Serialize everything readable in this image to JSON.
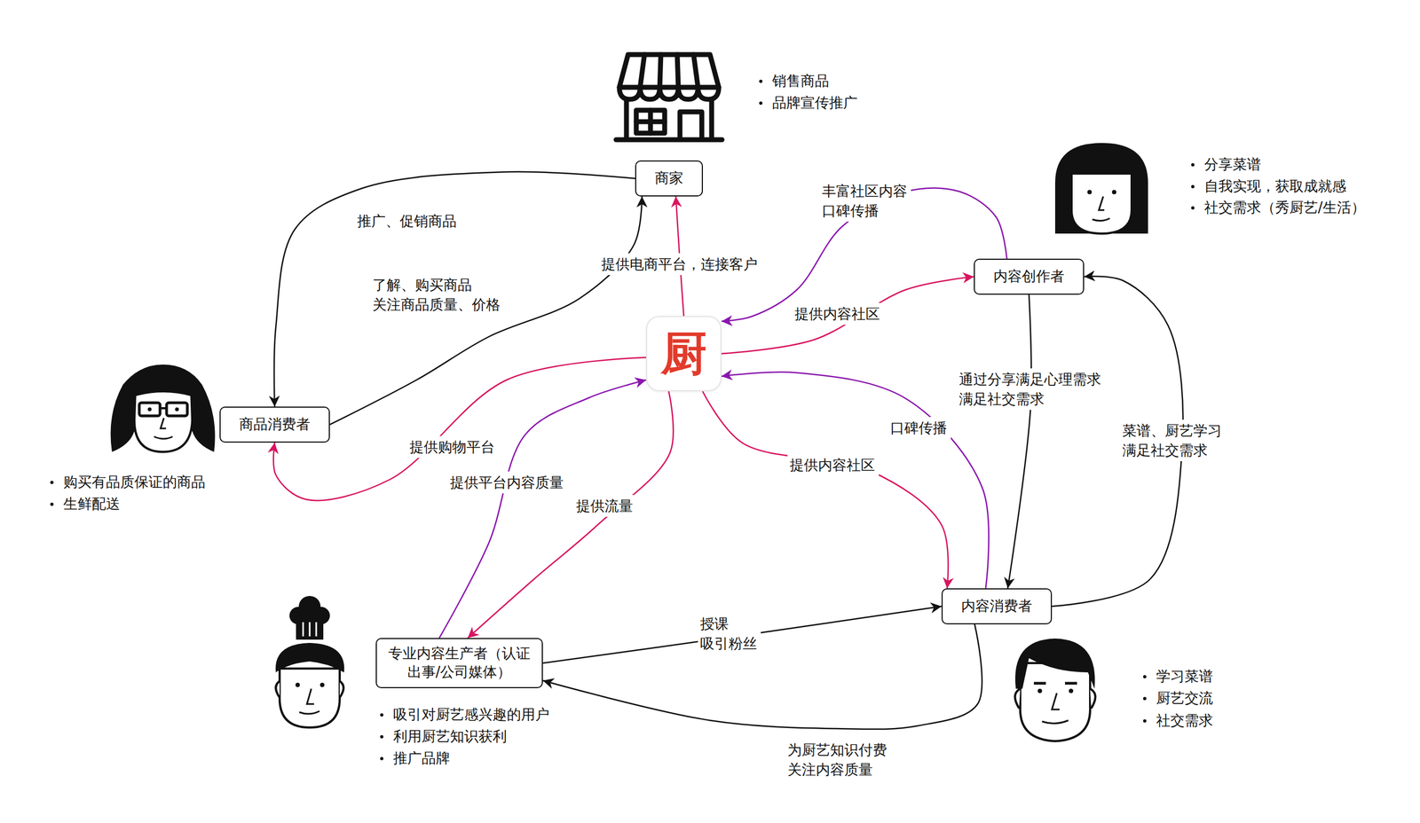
{
  "diagram": {
    "nodes": [
      {
        "text": [
          "商家"
        ]
      },
      {
        "text": [
          "内容创作者"
        ]
      },
      {
        "text": [
          "厨"
        ]
      },
      {
        "text": [
          "商品消费者"
        ]
      },
      {
        "text": [
          "专业内容生产者（认证出事/公司媒体）"
        ]
      },
      {
        "text": [
          "内容消费者"
        ]
      }
    ],
    "edges": [
      {
        "from": 0,
        "to": 3,
        "label": "推广、促销商品",
        "arrow": "to"
      },
      {
        "from": 3,
        "to": 0,
        "label": "了解、购买商品 关注商品质量、价格",
        "arrow": "to"
      },
      {
        "from": 2,
        "to": 0,
        "label": "提供电商平台，连接客户",
        "arrow": "to"
      },
      {
        "from": 1,
        "to": 2,
        "label": "丰富社区内容 口碑传播",
        "arrow": "to"
      },
      {
        "from": 2,
        "to": 1,
        "label": "提供内容社区",
        "arrow": "to"
      },
      {
        "from": 1,
        "to": 5,
        "label": "通过分享满足心理需求 满足社交需求",
        "arrow": "to"
      },
      {
        "from": 5,
        "to": 1,
        "label": "菜谱、厨艺学习 满足社交需求",
        "arrow": "to"
      },
      {
        "from": 2,
        "to": 3,
        "label": "提供购物平台",
        "arrow": "to"
      },
      {
        "from": 4,
        "to": 2,
        "label": "提供平台内容质量",
        "arrow": "to"
      },
      {
        "from": 2,
        "to": 4,
        "label": "提供流量",
        "arrow": "to"
      },
      {
        "from": 2,
        "to": 5,
        "label": "提供内容社区",
        "arrow": "to"
      },
      {
        "from": 5,
        "to": 2,
        "label": "口碑传播",
        "arrow": "to"
      },
      {
        "from": 4,
        "to": 5,
        "label": "授课 吸引粉丝",
        "arrow": "to"
      },
      {
        "from": 5,
        "to": 4,
        "label": "为厨艺知识付费 关注内容质量",
        "arrow": "to"
      }
    ],
    "labels": [
      "销售商品",
      "品牌宣传推广",
      "分享菜谱",
      "自我实现，获取成就感",
      "社交需求（秀厨艺/生活）",
      "购买有品质保证的商品",
      "生鲜配送",
      "学习菜谱",
      "厨艺交流",
      "社交需求",
      "吸引对厨艺感兴趣的用户",
      "利用厨艺知识获利",
      "推广品牌"
    ]
  }
}
